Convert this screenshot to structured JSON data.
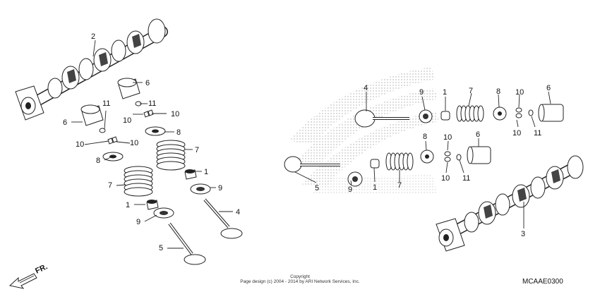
{
  "diagram": {
    "ref_code": "MCAAE0300",
    "copyright_line1": "Copyright",
    "copyright_line2": "Page design (c) 2004 - 2014 by ARI Network Services, Inc.",
    "direction_label": "FR.",
    "colors": {
      "line": "#222222",
      "shade": "#555555",
      "watermark": "#c8c8c8"
    },
    "watermark": "HONDA wing logo",
    "callouts": [
      "1",
      "1",
      "1",
      "1",
      "2",
      "3",
      "4",
      "4",
      "5",
      "5",
      "6",
      "6",
      "6",
      "6",
      "7",
      "7",
      "7",
      "7",
      "8",
      "8",
      "8",
      "8",
      "9",
      "9",
      "9",
      "9",
      "10",
      "10",
      "10",
      "10",
      "10",
      "10",
      "10",
      "10",
      "11",
      "11",
      "11",
      "11"
    ]
  }
}
